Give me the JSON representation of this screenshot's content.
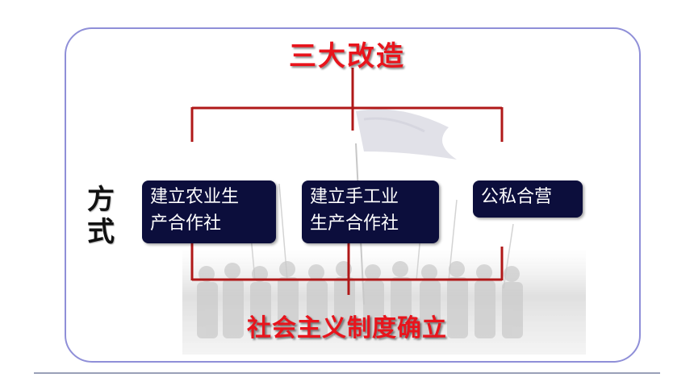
{
  "diagram": {
    "title": "三大改造",
    "side_label_chars": [
      "方",
      "式"
    ],
    "methods": [
      {
        "line1": "建立农业生",
        "line2": "产合作社"
      },
      {
        "line1": "建立手工业",
        "line2": "生产合作社"
      },
      {
        "line1": "公私合营",
        "line2": ""
      }
    ],
    "result": "社会主义制度确立"
  },
  "colors": {
    "title_red": "#e8141c",
    "connector": "#b01818",
    "box_fill": "#0c0e3c",
    "frame_border": "#8f8fd8"
  }
}
